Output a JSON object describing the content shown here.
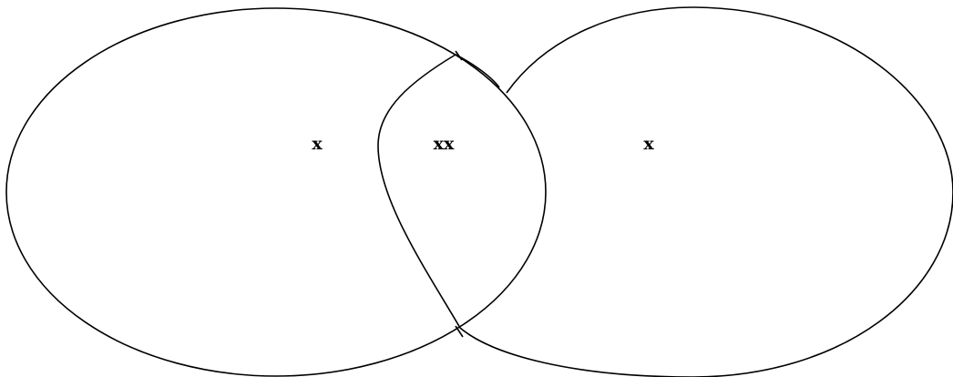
{
  "diagram": {
    "labels": {
      "left_region": "x",
      "overlap_region": "xx",
      "right_region": "x"
    },
    "colors": {
      "stroke": "#000000",
      "background": "#ffffff"
    }
  }
}
